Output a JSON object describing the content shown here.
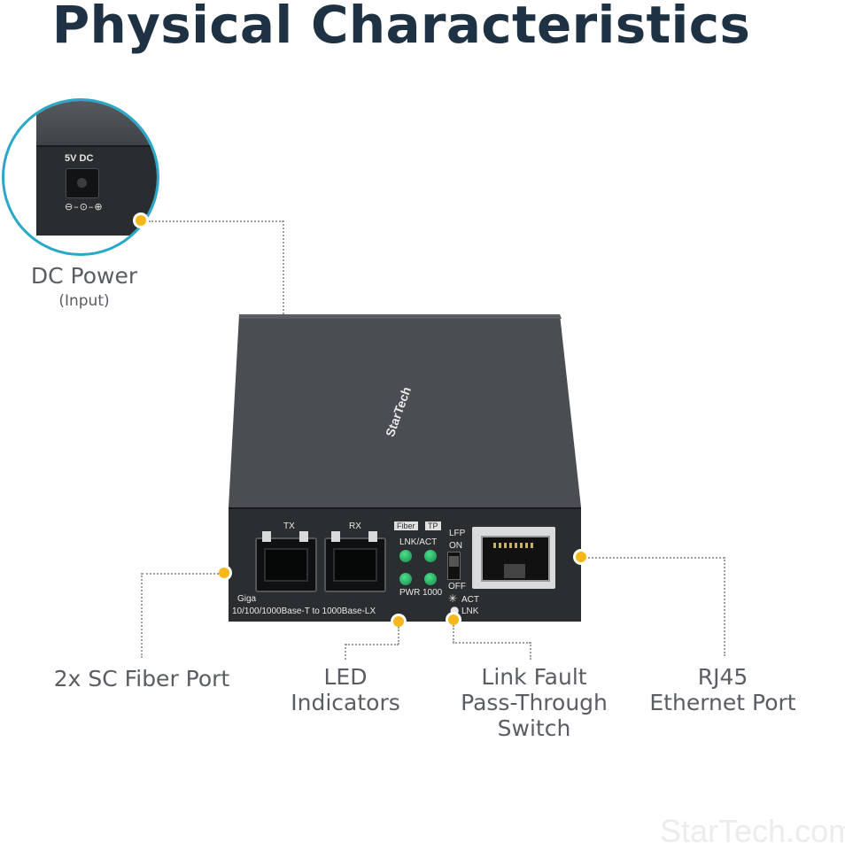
{
  "title": "Physical Characteristics",
  "brand": "StarTech",
  "watermark": "StarTech.com",
  "inset": {
    "power_label": "5V DC",
    "polarity_symbol": "⊖–⊙–⊕"
  },
  "callouts": {
    "dc_power": {
      "label": "DC Power",
      "sub": "(Input)"
    },
    "sc_fiber": {
      "label": "2x SC Fiber Port"
    },
    "led": {
      "label_line1": "LED",
      "label_line2": "Indicators"
    },
    "lfp": {
      "label_line1": "Link Fault",
      "label_line2": "Pass-Through",
      "label_line3": "Switch"
    },
    "rj45": {
      "label_line1": "RJ45",
      "label_line2": "Ethernet Port"
    }
  },
  "front_panel": {
    "tx": "TX",
    "rx": "RX",
    "fiber_tag": "Fiber",
    "tp_tag": "TP",
    "lnk_act": "LNK/ACT",
    "pwr": "PWR",
    "speed_1000": "1000",
    "lfp": "LFP",
    "on": "ON",
    "off": "OFF",
    "act": "ACT",
    "lnk": "LNK",
    "model_line1": "Giga",
    "model_line2": "10/100/1000Base-T to 1000Base-LX"
  },
  "colors": {
    "title": "#1f3244",
    "accent_dot": "#f5b71a",
    "inset_ring": "#29a8c9",
    "label_text": "#5a5d63"
  }
}
